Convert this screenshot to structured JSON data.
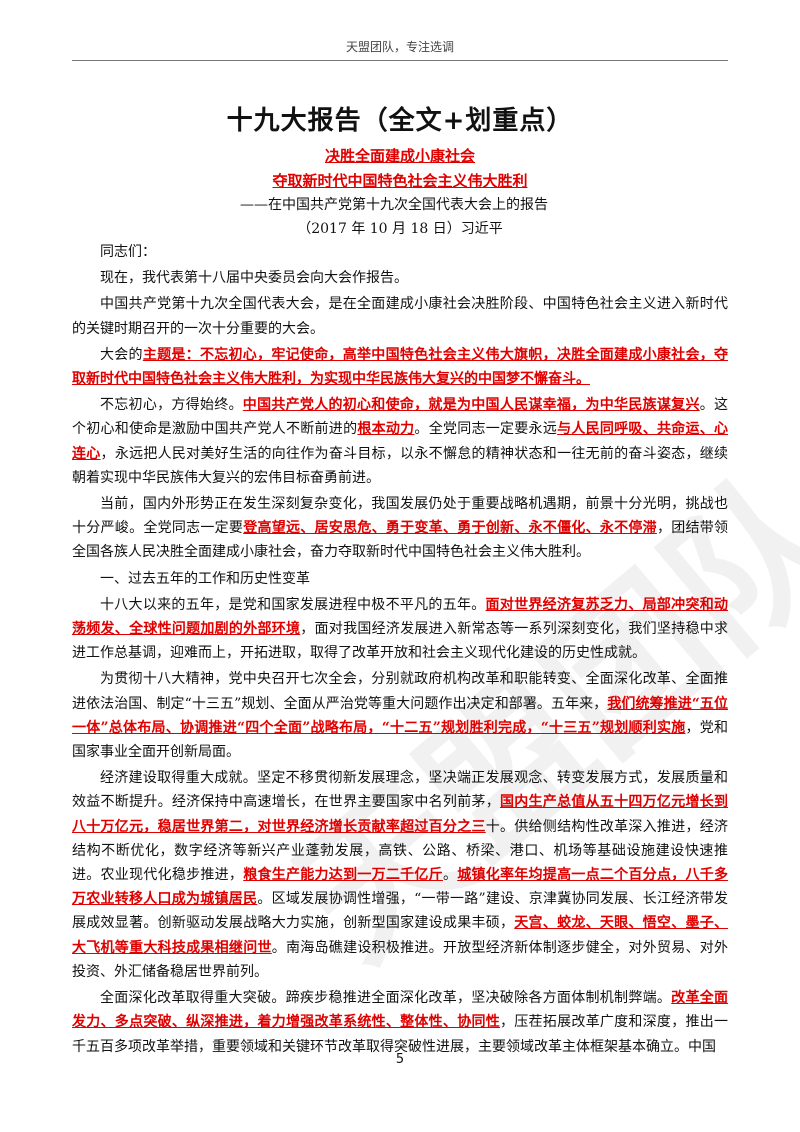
{
  "header": {
    "text": "天盟团队，专注选调"
  },
  "title": "十九大报告（全文+划重点）",
  "subtitle1": "决胜全面建成小康社会",
  "subtitle2": "夺取新时代中国特色社会主义伟大胜利",
  "byline": "——在中国共产党第十九次全国代表大会上的报告",
  "date": "（2017 年 10 月 18 日）习近平",
  "watermark": "天盟团队",
  "paragraphs": [
    {
      "id": "p-greeting",
      "noindent": false,
      "segments": [
        {
          "t": "同志们："
        }
      ]
    },
    {
      "id": "p-1",
      "segments": [
        {
          "t": "现在，我代表第十八届中央委员会向大会作报告。"
        }
      ]
    },
    {
      "id": "p-2",
      "segments": [
        {
          "t": "中国共产党第十九次全国代表大会，是在全面建成小康社会决胜阶段、中国特色社会主义进入新时代的关键时期召开的一次十分重要的大会。"
        }
      ]
    },
    {
      "id": "p-3",
      "segments": [
        {
          "t": "大会的"
        },
        {
          "t": "主题是：不忘初心，牢记使命，高举中国特色社会主义伟大旗帜，决胜全面建成小康社会，夺取新时代中国特色社会主义伟大胜利，为实现中华民族伟大复兴的中国梦不懈奋斗。",
          "hl": true
        }
      ]
    },
    {
      "id": "p-4",
      "segments": [
        {
          "t": "不忘初心，方得始终。"
        },
        {
          "t": "中国共产党人的初心和使命，就是为中国人民谋幸福，为中华民族谋复兴",
          "hl": true
        },
        {
          "t": "。这个初心和使命是激励中国共产党人不断前进的"
        },
        {
          "t": "根本动力",
          "hl": true
        },
        {
          "t": "。全党同志一定要永远"
        },
        {
          "t": "与人民同呼吸、共命运、心连心",
          "hl": true
        },
        {
          "t": "，永远把人民对美好生活的向往作为奋斗目标，以永不懈怠的精神状态和一往无前的奋斗姿态，继续朝着实现中华民族伟大复兴的宏伟目标奋勇前进。"
        }
      ]
    },
    {
      "id": "p-5",
      "segments": [
        {
          "t": "当前，国内外形势正在发生深刻复杂变化，我国发展仍处于重要战略机遇期，前景十分光明，挑战也十分严峻。全党同志一定要"
        },
        {
          "t": "登高望远、居安思危、勇于变革、勇于创新、永不僵化、永不停滞",
          "hl": true
        },
        {
          "t": "，团结带领全国各族人民决胜全面建成小康社会，奋力夺取新时代中国特色社会主义伟大胜利。"
        }
      ]
    },
    {
      "id": "p-6",
      "segments": [
        {
          "t": "一、过去五年的工作和历史性变革"
        }
      ]
    },
    {
      "id": "p-7",
      "segments": [
        {
          "t": "十八大以来的五年，是党和国家发展进程中极不平凡的五年。"
        },
        {
          "t": "面对世界经济复苏乏力、局部冲突和动荡频发、全球性问题加剧的外部环境",
          "hl": true
        },
        {
          "t": "，面对我国经济发展进入新常态等一系列深刻变化，我们坚持稳中求进工作总基调，迎难而上，开拓进取，取得了改革开放和社会主义现代化建设的历史性成就。"
        }
      ]
    },
    {
      "id": "p-8",
      "segments": [
        {
          "t": "为贯彻十八大精神，党中央召开七次全会，分别就政府机构改革和职能转变、全面深化改革、全面推进依法治国、制定“十三五”规划、全面从严治党等重大问题作出决定和部署。五年来，"
        },
        {
          "t": "我们统筹推进“五位一体”总体布局、协调推进“四个全面”战略布局，“十二五”规划胜利完成，“十三五”规划顺利实施",
          "hl": true
        },
        {
          "t": "，党和国家事业全面开创新局面。"
        }
      ]
    },
    {
      "id": "p-9",
      "segments": [
        {
          "t": "经济建设取得重大成就。坚定不移贯彻新发展理念，坚决端正发展观念、转变发展方式，发展质量和效益不断提升。经济保持中高速增长，在世界主要国家中名列前茅，"
        },
        {
          "t": "国内生产总值从五十四万亿元增长到八十万亿元，稳居世界第二，对世界经济增长贡献率超过百分之三",
          "hl": true
        },
        {
          "t": "十。供给侧结构性改革深入推进，经济结构不断优化，数字经济等新兴产业蓬勃发展，高铁、公路、桥梁、港口、机场等基础设施建设快速推进。农业现代化稳步推进，"
        },
        {
          "t": "粮食生产能力达到一万二千亿斤",
          "hl": true
        },
        {
          "t": "。"
        },
        {
          "t": "城镇化率年均提高一点二个百分点，八千多万农业转移人口成为城镇居民",
          "hl": true
        },
        {
          "t": "。区域发展协调性增强，“一带一路”建设、京津冀协同发展、长江经济带发展成效显著。创新驱动发展战略大力实施，创新型国家建设成果丰硕，"
        },
        {
          "t": "天宫、蛟龙、天眼、悟空、墨子、大飞机等重大科技成果相继问世",
          "hl": true
        },
        {
          "t": "。南海岛礁建设积极推进。开放型经济新体制逐步健全，对外贸易、对外投资、外汇储备稳居世界前列。"
        }
      ]
    },
    {
      "id": "p-10",
      "segments": [
        {
          "t": "全面深化改革取得重大突破。蹄疾步稳推进全面深化改革，坚决破除各方面体制机制弊端。"
        },
        {
          "t": "改革全面发力、多点突破、纵深推进，着力增强改革系统性、整体性、协同性",
          "hl": true
        },
        {
          "t": "，压茬拓展改革广度和深度，推出一千五百多项改革举措，重要领域和关键环节改革取得突破性进展，主要领域改革主体框架基本确立。中国"
        }
      ]
    }
  ],
  "page_number": "5"
}
